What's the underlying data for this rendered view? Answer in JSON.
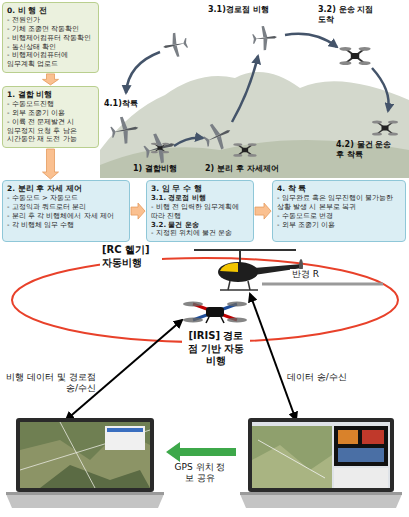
{
  "diagram": {
    "nodes": [
      {
        "text": [
          "0. 비 행 전",
          "- 전원인가",
          "- 기체 조종면 작동확인",
          "- 비행제어컴퓨터 작동확인",
          "- 통신상태 확인",
          "- 비행제어컴퓨터에 임무계획 업로드"
        ]
      },
      {
        "text": [
          "1. 결합 비행",
          "- 수동모드진행",
          "- 외부 조종기 이용",
          "- 이륙 전 문제발견 시 임무정지 요청 후 남은 시간동안 재 도전 가능"
        ]
      },
      {
        "text": [
          "2. 분리 후 자세 제어",
          "- 수동모드 > 자동모드",
          "- 고정익과 쿼드로터 분리",
          "- 분리 후 각 비행체에서 자세 제어",
          "- 각 비행체 임무 수행"
        ]
      },
      {
        "text": [
          "3. 임 무 수 행",
          "3.1. 경로점 비행",
          "- 비행 전 입력한 임무계획에 따라 진행",
          "3.2. 물건 운송",
          "- 지정된 위치에 물건 운송"
        ]
      },
      {
        "text": [
          "4. 착 륙",
          "- 임무완료 혹은 임무진행이 불가능한 상황 발생 시 본부로 복귀",
          "- 수동모드로 변경",
          "- 외부 조종기 이용"
        ]
      }
    ],
    "edges": [
      {
        "from": 0,
        "to": 1,
        "arrow": "to"
      },
      {
        "from": 1,
        "to": 2,
        "arrow": "to"
      },
      {
        "from": 2,
        "to": 3,
        "arrow": "to"
      },
      {
        "from": 3,
        "to": 4,
        "arrow": "to"
      }
    ],
    "labels": [
      "3.1)경로점 비행",
      "3.2) 운송 지점 도착",
      "4.1)착륙",
      "1) 결합비행",
      "2) 분리 후 자세제어",
      "4.2) 물건 운송 후 착륙",
      "[RC 헬기] 자동비행",
      "반경 R",
      "[IRIS] 경로점 기반 자동비행",
      "비행 데이터 및 경로점 송/수신",
      "데이터 송/수신",
      "GPS 위치 정보 공유"
    ]
  }
}
